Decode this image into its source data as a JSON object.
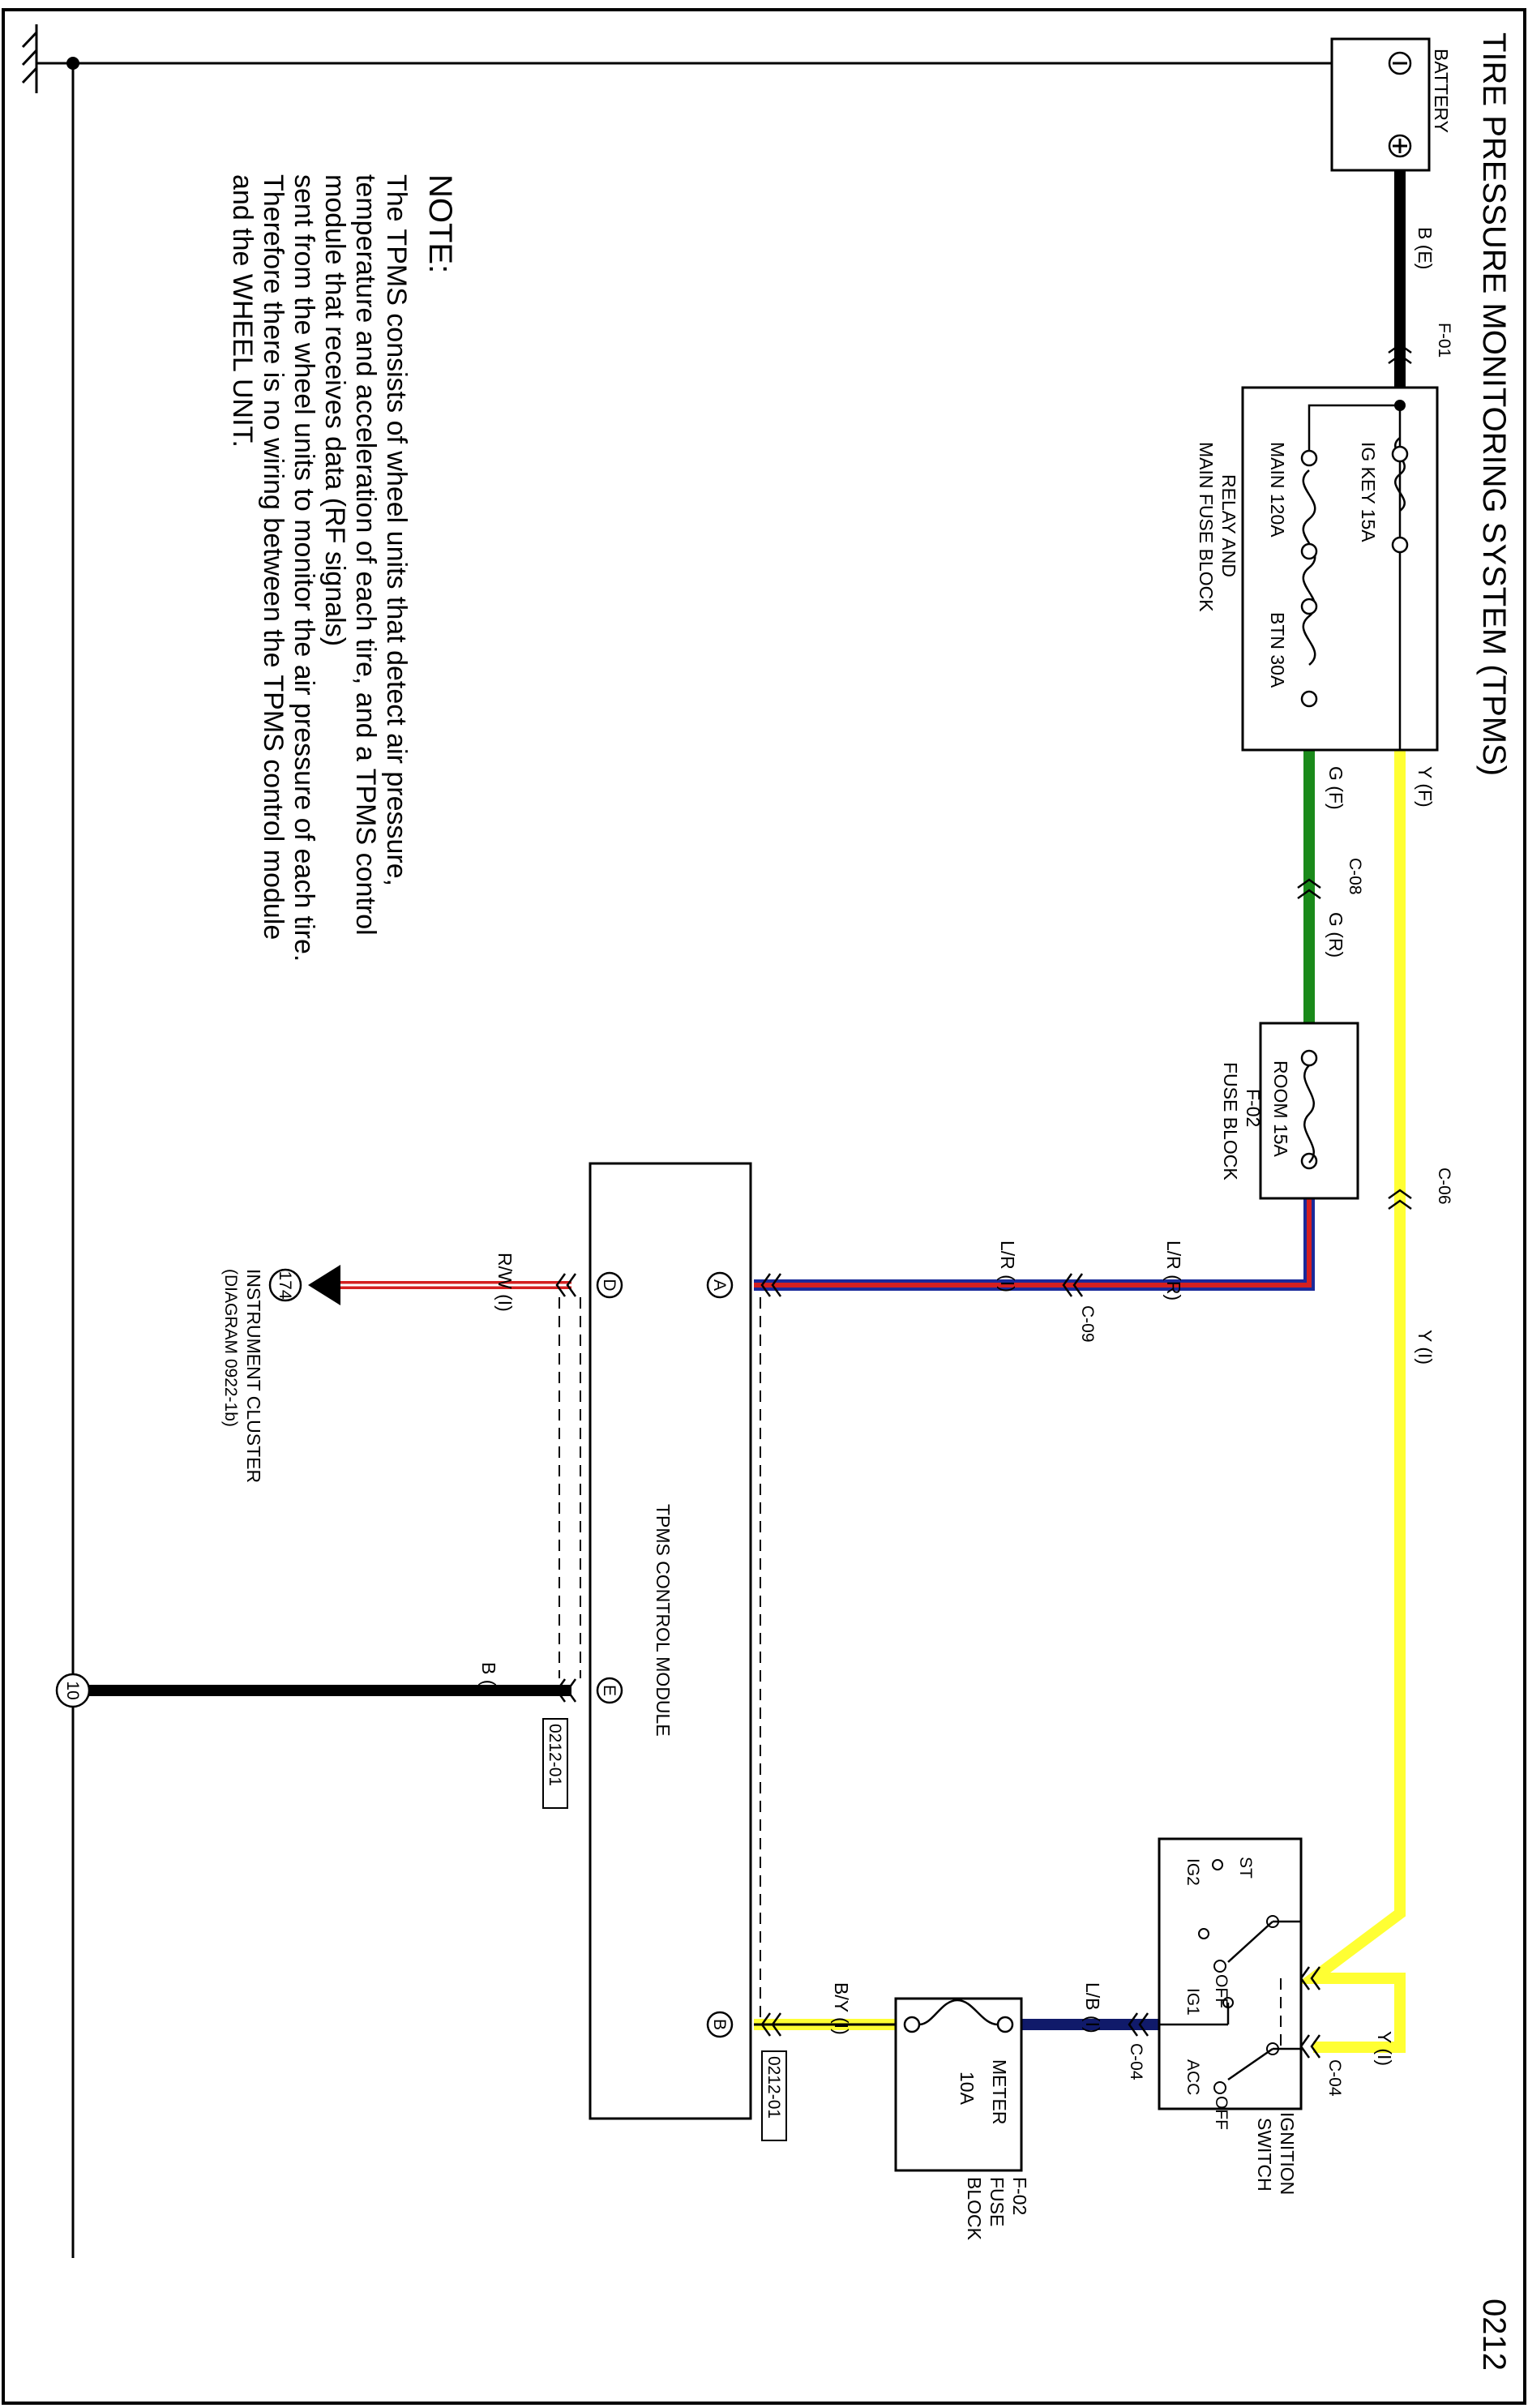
{
  "title": "TIRE PRESSURE MONITORING SYSTEM (TPMS)",
  "page_number": "0212",
  "components": {
    "battery": {
      "label": "BATTERY",
      "neg": "⊖",
      "pos": "⊕"
    },
    "relay_fuse_block": {
      "label1": "RELAY AND",
      "label2": "MAIN FUSE BLOCK",
      "fuse_ig_key": "IG KEY 15A",
      "fuse_main": "MAIN 120A",
      "fuse_btn": "BTN 30A"
    },
    "fuse_block_room": {
      "label1": "F-02",
      "label2": "FUSE BLOCK",
      "fuse": "ROOM 15A"
    },
    "tpms_module": {
      "label": "TPMS CONTROL MODULE",
      "pin_a": "A",
      "pin_b": "B",
      "pin_d": "D",
      "pin_e": "E",
      "ref1": "0212-01",
      "ref2": "0212-01"
    },
    "ignition_switch": {
      "label1": "IGNITION",
      "label2": "SWITCH",
      "st": "ST",
      "ig2": "IG2",
      "off1": "OFF",
      "ig1": "IG1",
      "acc": "ACC",
      "off2": "OFF"
    },
    "meter_fuse_block": {
      "label1": "F-02",
      "label2": "FUSE",
      "label3": "BLOCK",
      "fuse1": "METER",
      "fuse2": "10A"
    },
    "instrument_cluster": {
      "label1": "INSTRUMENT CLUSTER",
      "label2": "(DIAGRAM 0922-1b)",
      "ref": "174"
    },
    "ground": {
      "ref": "10"
    }
  },
  "wires": {
    "battery_out": "B (E)",
    "f01": "F-01",
    "y_f": "Y (F)",
    "g_f": "G (F)",
    "c08": "C-08",
    "g_r": "G (R)",
    "c06": "C-06",
    "y_i": "Y (I)",
    "y_i_2": "Y (I)",
    "lr_r": "L/R (R)",
    "c09": "C-09",
    "lr_i": "L/R (I)",
    "rw_i": "R/W (I)",
    "b_i": "B (I)",
    "c04_a": "C-04",
    "c04_b": "C-04",
    "lb_i": "L/B (I)",
    "by_i": "B/Y (I)"
  },
  "note": {
    "heading": "NOTE:",
    "lines": [
      "The TPMS consists of wheel units that detect air pressure,",
      "temperature and acceleration of each tire, and a TPMS control",
      "module that receives data (RF signals)",
      "sent from the wheel units to monitor the air pressure of each tire.",
      "Therefore there is no wiring between the TPMS control module",
      "and the WHEEL UNIT."
    ]
  },
  "colors": {
    "yellow": "#ffff33",
    "green": "#1a8a1a",
    "black": "#000000",
    "red": "#d42020",
    "blue": "#1a2a9a",
    "navy": "#101a6a"
  }
}
